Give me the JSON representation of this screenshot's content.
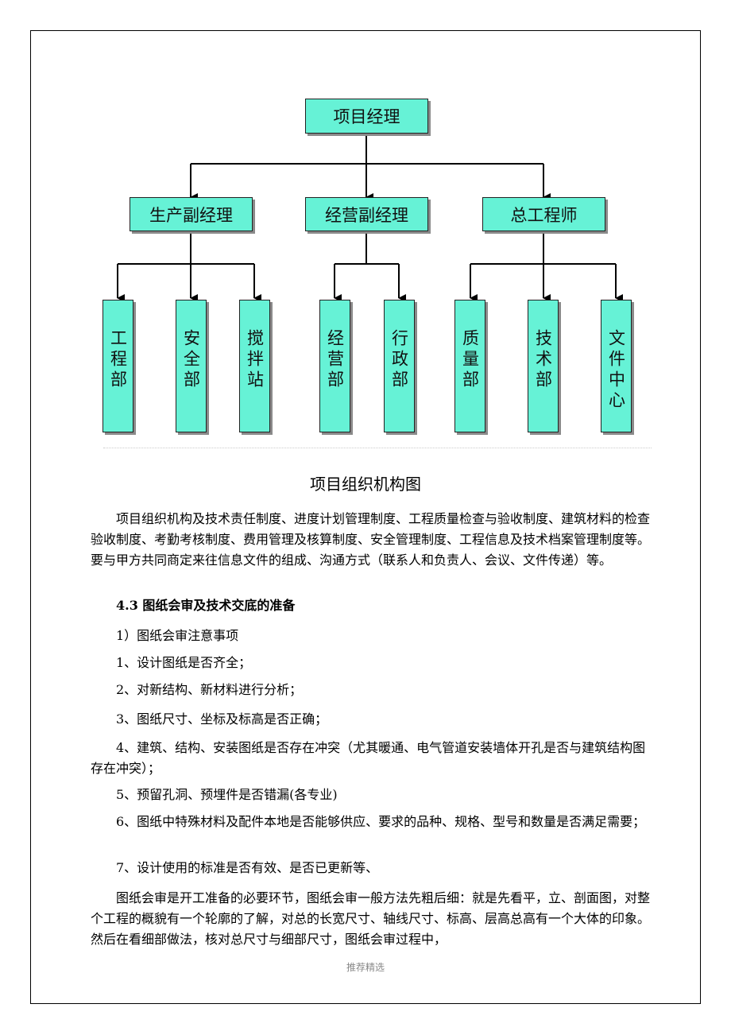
{
  "org_chart": {
    "top": "项目经理",
    "level2": [
      "生产副经理",
      "经营副经理",
      "总工程师"
    ],
    "level3": [
      "工程部",
      "安全部",
      "搅拌站",
      "经营部",
      "行政部",
      "质量部",
      "技术部",
      "文件中心"
    ]
  },
  "caption": "项目组织机构图",
  "paragraphs": {
    "intro": "项目组织机构及技术责任制度、进度计划管理制度、工程质量检查与验收制度、建筑材料的检查验收制度、考勤考核制度、费用管理及核算制度、安全管理制度、工程信息及技术档案管理制度等。要与甲方共同商定来往信息文件的组成、沟通方式（联系人和负责人、会议、文件传递）等。",
    "heading": "4.3 图纸会审及技术交底的准备",
    "sub": "1）图纸会审注意事项",
    "item1": "1、设计图纸是否齐全；",
    "item2": "2、对新结构、新材料进行分析；",
    "item3": "3、图纸尺寸、坐标及标高是否正确；",
    "item4": "4、建筑、结构、安装图纸是否存在冲突（尤其暖通、电气管道安装墙体开孔是否与建筑结构图存在冲突）；",
    "item5": "5、预留孔洞、预埋件是否错漏(各专业)",
    "item6": "6、图纸中特殊材料及配件本地是否能够供应、要求的品种、规格、型号和数量是否满足需要；",
    "item7": "7、设计使用的标准是否有效、是否已更新等、",
    "closing": "图纸会审是开工准备的必要环节，图纸会审一般方法先粗后细：就是先看平，立、剖面图，对整个工程的概貌有一个轮廓的了解，对总的长宽尺寸、轴线尺寸、标高、层高总高有一个大体的印象。然后在看细部做法，核对总尺寸与细部尺寸，图纸会审过程中，"
  },
  "footer": "推荐精选",
  "colors": {
    "box_fill": "#66f2d6",
    "line": "#000000"
  }
}
